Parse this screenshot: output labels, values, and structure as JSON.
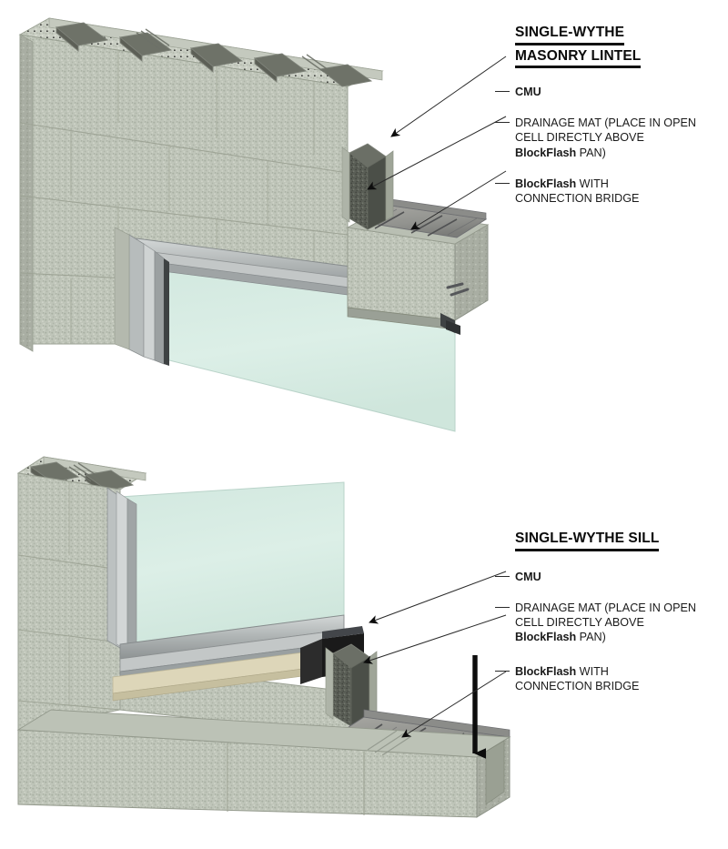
{
  "document": {
    "type": "architectural-detail-drawing",
    "subject": "BlockFlash single-wythe masonry flashing details",
    "panel_count": 2
  },
  "palette": {
    "cmu_face": "#bcc2b6",
    "cmu_face_light": "#ccd0c5",
    "cmu_top": "#c7ccc0",
    "cmu_end": "#a6ab9f",
    "cmu_cell_dark": "#6f7268",
    "mortar_joint": "#9aa093",
    "glass": "#d9ebe3",
    "glass_edge": "#bcd6cc",
    "aluminum": "#b9bdbd",
    "aluminum_dark": "#8d9192",
    "flash_pan": "#9a9a96",
    "flash_pan_dark": "#77787a",
    "drainage_mat": "#565a53",
    "sealant_black": "#141414",
    "sill_tan": "#ddd6b9",
    "leader_line": "#2a2a2a",
    "text": "#111111",
    "background": "#ffffff"
  },
  "lintel_panel": {
    "name": "single-wythe-masonry-lintel",
    "title_lines": [
      "SINGLE-WYTHE",
      "MASONRY LINTEL"
    ],
    "callouts": [
      {
        "id": "cmu",
        "lines": [
          {
            "text": "CMU",
            "bold": true
          }
        ]
      },
      {
        "id": "drainage-mat",
        "lines": [
          {
            "text": "DRAINAGE MAT (PLACE IN OPEN",
            "bold": false
          },
          {
            "text": "CELL DIRECTLY ABOVE",
            "bold": false
          },
          {
            "text": "BlockFlash PAN)",
            "bold": "partial",
            "bold_part": "BlockFlash",
            "rest": " PAN)"
          }
        ]
      },
      {
        "id": "blockflash-bridge",
        "lines": [
          {
            "text": "BlockFlash WITH",
            "bold": "partial",
            "bold_part": "BlockFlash",
            "rest": " WITH"
          },
          {
            "text": "CONNECTION BRIDGE",
            "bold": false
          }
        ]
      }
    ]
  },
  "sill_panel": {
    "name": "single-wythe-sill",
    "title_lines": [
      "SINGLE-WYTHE SILL"
    ],
    "callouts": [
      {
        "id": "cmu",
        "lines": [
          {
            "text": "CMU",
            "bold": true
          }
        ]
      },
      {
        "id": "drainage-mat",
        "lines": [
          {
            "text": "DRAINAGE MAT (PLACE IN OPEN",
            "bold": false
          },
          {
            "text": "CELL DIRECTLY ABOVE",
            "bold": false
          },
          {
            "text": "BlockFlash PAN)",
            "bold": "partial",
            "bold_part": "BlockFlash",
            "rest": " PAN)"
          }
        ]
      },
      {
        "id": "blockflash-bridge",
        "lines": [
          {
            "text": "BlockFlash WITH",
            "bold": "partial",
            "bold_part": "BlockFlash",
            "rest": " WITH"
          },
          {
            "text": "CONNECTION BRIDGE",
            "bold": false
          }
        ]
      }
    ]
  },
  "annotations": {
    "lintel": {
      "arrow_targets": [
        "cmu-block-edge",
        "drainage-mat-in-cell",
        "blockflash-pan-top"
      ],
      "components": [
        "cmu-wall-coursing",
        "open-cells-top-course",
        "window-head-frame",
        "glass-lite",
        "lintel-block",
        "blockflash-pan",
        "connection-bridge",
        "drainage-mat"
      ]
    },
    "sill": {
      "arrow_targets": [
        "cmu-block-edge",
        "drainage-mat-in-cell",
        "blockflash-pan-top"
      ],
      "vertical_arrow": "water-drainage-direction",
      "components": [
        "cmu-wall-coursing",
        "open-cells-top-course",
        "window-sill-frame",
        "glass-lite",
        "sill-sealant-strip",
        "blockflash-pan",
        "connection-bridge",
        "drainage-mat"
      ]
    }
  }
}
